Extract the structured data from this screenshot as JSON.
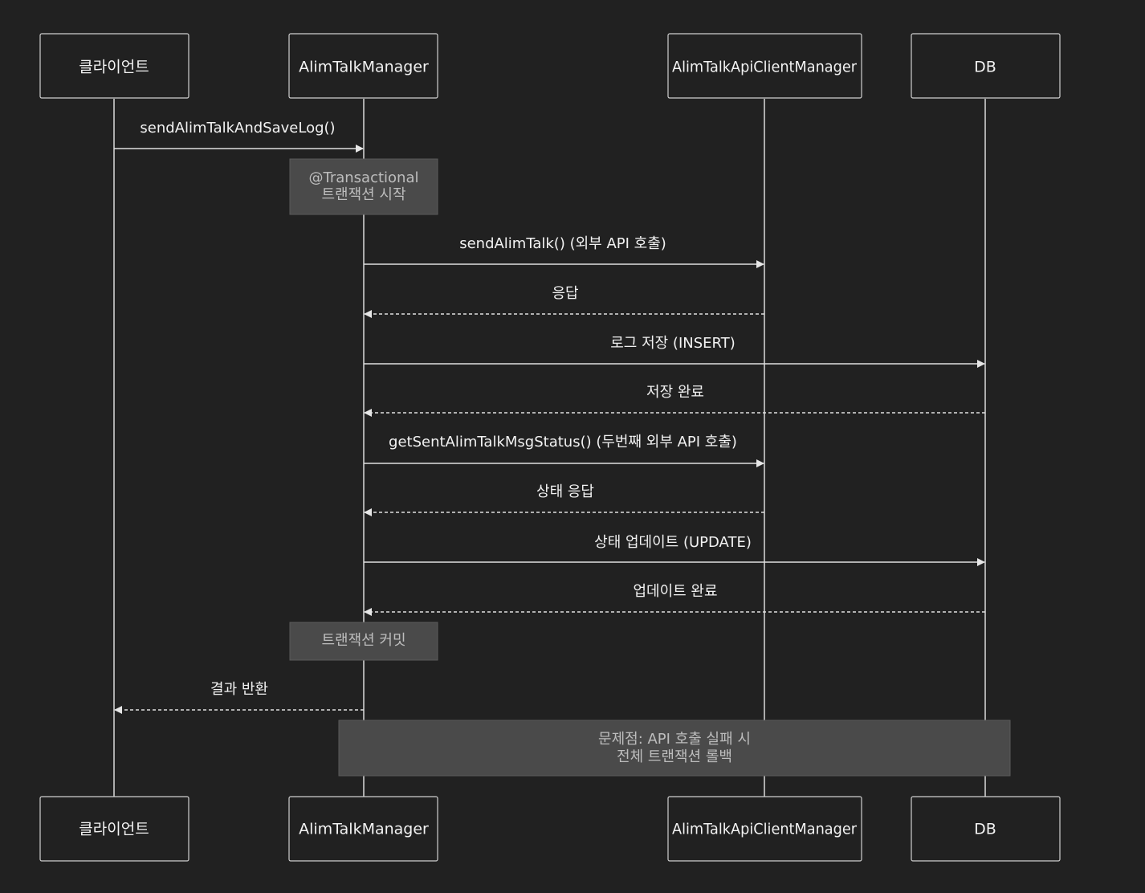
{
  "participants": [
    {
      "id": "client",
      "label": "클라이언트"
    },
    {
      "id": "manager",
      "label": "AlimTalkManager"
    },
    {
      "id": "api",
      "label": "AlimTalkApiClientManager"
    },
    {
      "id": "db",
      "label": "DB"
    }
  ],
  "messages": [
    {
      "from": "client",
      "to": "manager",
      "label": "sendAlimTalkAndSaveLog()",
      "style": "solid"
    },
    {
      "from": "manager",
      "to": "api",
      "label": "sendAlimTalk() (외부 API 호출)",
      "style": "solid"
    },
    {
      "from": "api",
      "to": "manager",
      "label": "응답",
      "style": "dashed"
    },
    {
      "from": "manager",
      "to": "db",
      "label": "로그 저장 (INSERT)",
      "style": "solid"
    },
    {
      "from": "db",
      "to": "manager",
      "label": "저장 완료",
      "style": "dashed"
    },
    {
      "from": "manager",
      "to": "api",
      "label": "getSentAlimTalkMsgStatus() (두번째 외부 API 호출)",
      "style": "solid"
    },
    {
      "from": "api",
      "to": "manager",
      "label": "상태 응답",
      "style": "dashed"
    },
    {
      "from": "manager",
      "to": "db",
      "label": "상태 업데이트 (UPDATE)",
      "style": "solid"
    },
    {
      "from": "db",
      "to": "manager",
      "label": "업데이트 완료",
      "style": "dashed"
    },
    {
      "from": "manager",
      "to": "client",
      "label": "결과 반환",
      "style": "dashed"
    }
  ],
  "notes": [
    {
      "over": [
        "manager"
      ],
      "lines": [
        "@Transactional",
        "트랜잭션 시작"
      ]
    },
    {
      "over": [
        "manager"
      ],
      "lines": [
        "트랜잭션 커밋"
      ]
    },
    {
      "over": [
        "manager",
        "db"
      ],
      "lines": [
        "문제점: API 호출 실패 시",
        "전체 트랜잭션 롤백"
      ]
    }
  ],
  "colors": {
    "background": "#212121",
    "line": "#e0e0e0",
    "note_fill": "#4a4a4a",
    "note_text": "#bdbdbd",
    "text": "#f2f2f2"
  }
}
